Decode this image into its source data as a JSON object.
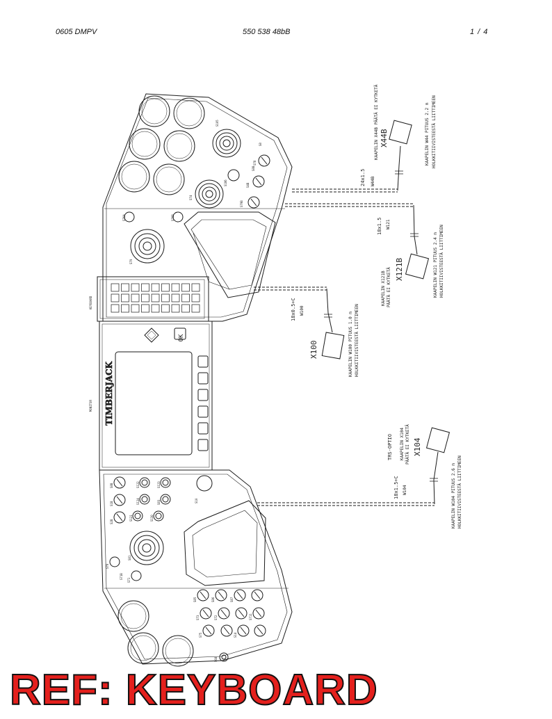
{
  "header": {
    "left": "0605 DMPV",
    "center": "550 538 48bB",
    "right": "1 /  4"
  },
  "panel_labels": {
    "keyboard": "KEYBOARD",
    "monitor": "MONITOR",
    "brand": "TIMBERJACK",
    "ok_key": "OK"
  },
  "upper_panel_switches": {
    "s105": "S105",
    "s78": "S78",
    "s8": "S8",
    "s4b": "S4B",
    "s8b": "S8B",
    "s79b": "S79B",
    "s74": "S74",
    "s186": "S186",
    "s76a": "S76A",
    "s76b": "S76B",
    "s79": "S79"
  },
  "lower_panel_switches": {
    "s8b": "S8B",
    "s1b": "S1B",
    "s2b": "S2B",
    "s122": "S122",
    "s123": "S123",
    "s124": "S124",
    "s121": "S121",
    "s130": "S130",
    "s83": "S83",
    "s10": "S10",
    "s70": "S70",
    "s71": "S71",
    "s71b": "S71B",
    "s81": "S81",
    "s85": "S85",
    "s86": "S86",
    "s87": "S87",
    "s73": "S73",
    "s72": "S72",
    "s75": "S75",
    "s711": "S711",
    "s68": "S68",
    "s14": "S14"
  },
  "cables": {
    "x44b": {
      "name": "X44B",
      "wire": "W44B",
      "spec": "24x1.5",
      "note": "KAAPELIN X44B PÄÄTÄ EI KYTKETÄ",
      "length_line1": "KAAPELIN W44 PITUUS 2.2 m",
      "length_line2": "HOLKKITIIVISTEESTÄ LIITTIMEEN"
    },
    "x121b": {
      "name": "X121B",
      "wire": "W121",
      "spec": "18x1.5",
      "note_line1": "KAAPELIN X121B",
      "note_line2": "PÄÄTÄ EI KYTKETÄ",
      "length_line1": "KAAPELIN W121 PITUUS 2.4 m",
      "length_line2": "HOLKKITIIVISTEESTÄ LIITTIMEEN"
    },
    "x100": {
      "name": "X100",
      "wire": "W100",
      "spec": "18x0.5+C",
      "length_line1": "KAAPELIN W100 PITUUS 1.0 m",
      "length_line2": "HOLKKITIIVISTEESTÄ LIITTIMEEN"
    },
    "x104": {
      "name": "X104",
      "wire": "W104",
      "spec": "18x1.5+C",
      "option": "TRS-OPTIO",
      "note_line1": "KAAPELIN X104",
      "note_line2": "PÄÄTÄ EI KYTKETÄ",
      "length_line1": "KAAPELIN W104 PITUUS 2.6 m",
      "length_line2": "HOLKKITIIVISTEESTÄ LIITTIMEEN"
    }
  },
  "reference": "REF: KEYBOARD",
  "colors": {
    "reference_fill": "#e4201d",
    "reference_outline": "#111111",
    "line": "#1a1a1a"
  }
}
